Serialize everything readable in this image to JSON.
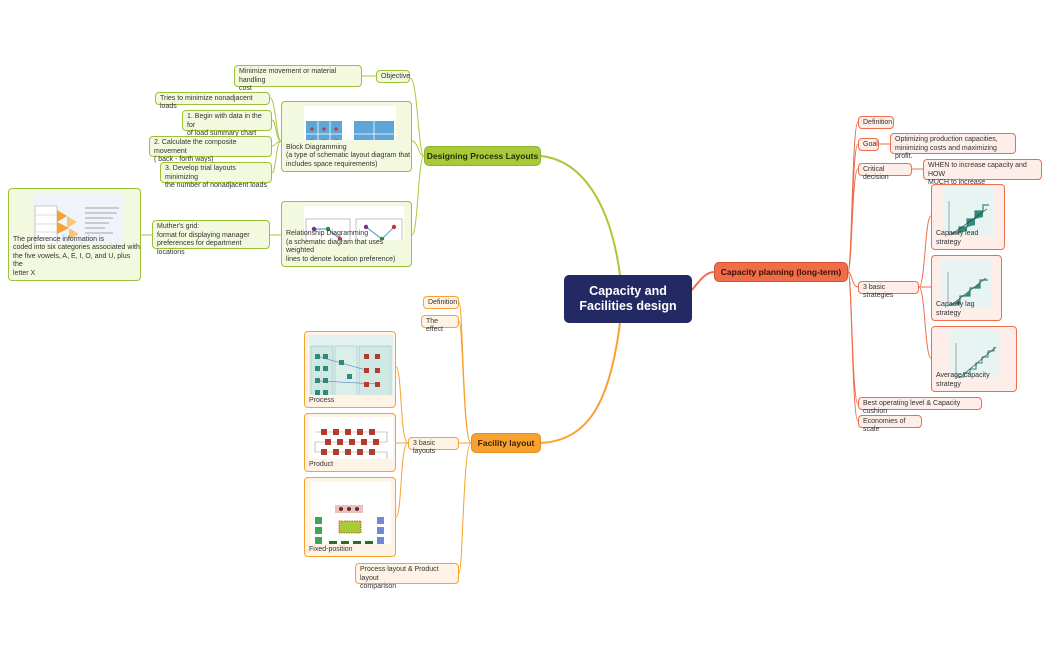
{
  "center": {
    "title": "Capacity and\nFacilities design"
  },
  "colors": {
    "green": "#a8c93a",
    "orange": "#f7a230",
    "red": "#ef6d4a",
    "center": "#232a63"
  },
  "designing": {
    "label": "Designing Process Layouts",
    "objective": {
      "label": "Objective",
      "child": "Minimize movement or material handling\ncost"
    },
    "block": {
      "caption": "Block Diagramming\n(a type of schematic layout diagram that\nincludes space requirements)",
      "children": [
        "Tries to minimize nonadjacent loads",
        "1. Begin with data in the for\nof load summary chart",
        "2. Calculate the composite movement\n( back - forth ways)",
        "3. Develop trial layouts minimizing\nthe number of nonadjacent loads"
      ]
    },
    "relationship": {
      "caption": "Relationship Diagramming\n(a schematic diagram that uses weighted\nlines to denote location preference)",
      "muther": "Muther's grid:\nformat for displaying manager\npreferences for department locations",
      "preference": "The preference information is\ncoded into six categories associated with\nthe five vowels, A, E, I, O, and U, plus the\nletter X"
    }
  },
  "facility": {
    "label": "Facility layout",
    "definition": "Definition",
    "effect": "The effect",
    "basic": {
      "label": "3 basic layouts",
      "items": [
        "Process",
        "Product",
        "Fixed-position"
      ]
    },
    "comparison": "Process layout & Product layout\ncomparison"
  },
  "capacity": {
    "label": "Capacity planning (long-term)",
    "definition": "Definition",
    "goal": {
      "label": "Goal",
      "text": "Optimizing production capacities,\nminimizing costs and maximizing profit."
    },
    "critical": {
      "label": "Critical decision",
      "text": "WHEN to increase capacity and HOW\nMUCH to increase"
    },
    "strategies": {
      "label": "3 basic strategies",
      "items": [
        "Capacity lead strategy",
        "Capacity lag strategy",
        "Average capacity strategy"
      ]
    },
    "best": "Best operating level & Capacity cushion",
    "economies": "Economies of scale"
  }
}
